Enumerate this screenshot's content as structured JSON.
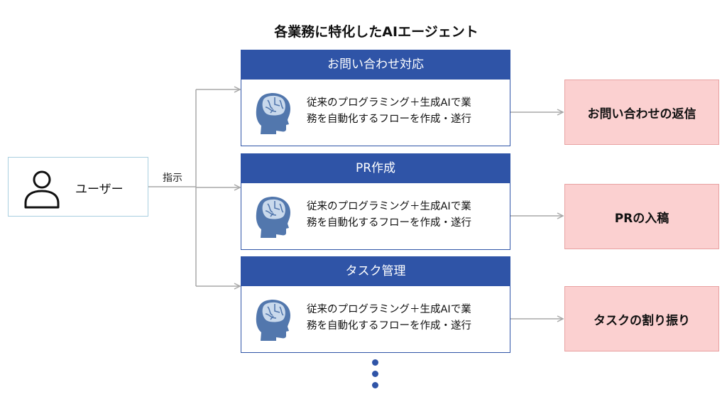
{
  "title": "各業務に特化したAIエージェント",
  "user": {
    "label": "ユーザー",
    "icon": "person-icon"
  },
  "instruction_label": "指示",
  "agents": [
    {
      "name": "お問い合わせ対応",
      "description_line1": "従来のプログラミング＋生成AIで業",
      "description_line2": "務を自動化するフローを作成・遂行"
    },
    {
      "name": "PR作成",
      "description_line1": "従来のプログラミング＋生成AIで業",
      "description_line2": "務を自動化するフローを作成・遂行"
    },
    {
      "name": "タスク管理",
      "description_line1": "従来のプログラミング＋生成AIで業",
      "description_line2": "務を自動化するフローを作成・遂行"
    }
  ],
  "results": [
    "お問い合わせの返信",
    "PRの入稿",
    "タスクの割り振り"
  ],
  "colors": {
    "agent_header": "#2f54a7",
    "result_fill": "#fbd0d0",
    "result_border": "#e8a1a1",
    "arrow": "#a8a8a8",
    "user_border": "#a9cfe0"
  }
}
